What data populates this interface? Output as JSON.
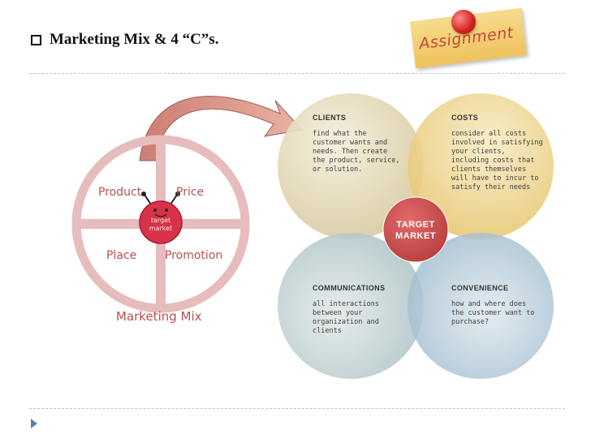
{
  "slide": {
    "title": "Marketing Mix & 4 “C”s.",
    "bullet_icon": "checkbox-bullet-icon",
    "footer_bullet_icon": "triangle-bullet-icon"
  },
  "assignment_note": {
    "text": "Assignment",
    "pin_color": "#d61f1f",
    "note_color": "#f0c860"
  },
  "marketing_mix": {
    "quadrants": [
      "Product",
      "Price",
      "Place",
      "Promotion"
    ],
    "center_label_line1": "target",
    "center_label_line2": "market",
    "caption": "Marketing Mix",
    "ring_color": "#e5b9b9",
    "label_color": "#b95050",
    "center_color": "#d8324a"
  },
  "four_cs": {
    "center_line1": "TARGET",
    "center_line2": "MARKET",
    "center_color": "#c44a4a",
    "circles": [
      {
        "heading": "CLIENTS",
        "body": "find what the\ncustomer wants and\nneeds.  Then create\nthe product, service,\nor solution.",
        "color": "#e6dcb6"
      },
      {
        "heading": "COSTS",
        "body": "consider all costs\ninvolved in satisfying\nyour clients,\nincluding costs that\nclients themselves\nwill have to incur to\nsatisfy their needs",
        "color": "#f0d98e"
      },
      {
        "heading": "COMMUNICATIONS",
        "body": "all interactions\nbetween your\norganization and\nclients",
        "color": "#c8d6d8"
      },
      {
        "heading": "CONVENIENCE",
        "body": "how and where does\nthe customer want to\npurchase?",
        "color": "#b8cfdc"
      }
    ]
  }
}
